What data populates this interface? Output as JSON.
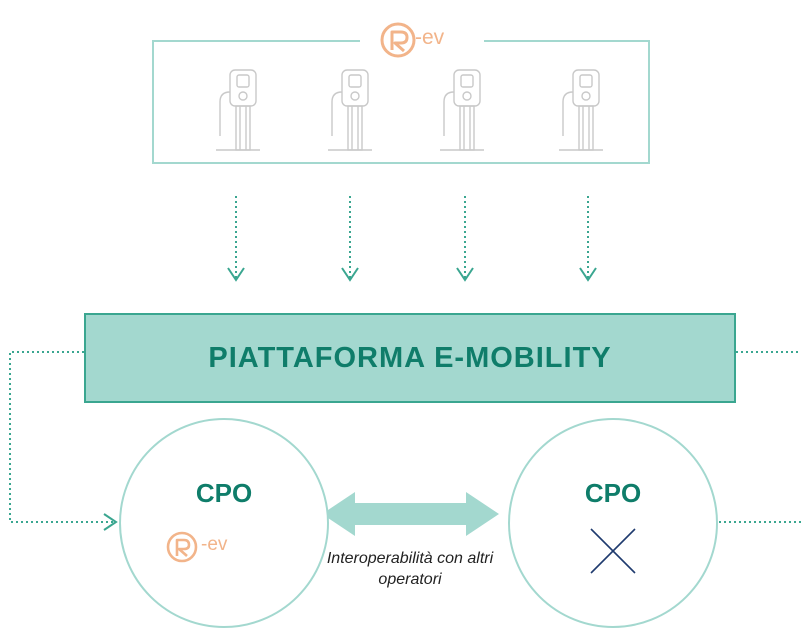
{
  "brand": {
    "logo_text": "-ev",
    "logo_color": "#f2b48a"
  },
  "chargers": {
    "count": 4,
    "icon": "ev-charging-station-icon"
  },
  "platform": {
    "title": "PIATTAFORMA E-MOBILITY",
    "fill_color": "#a3d8cf",
    "text_color": "#0f7d6a"
  },
  "left_cpo": {
    "label": "CPO",
    "logo_text": "-ev"
  },
  "right_cpo": {
    "label": "CPO",
    "icon": "x-cross-icon"
  },
  "interop_label": "Interoperabilità con altri operatori",
  "colors": {
    "accent_light": "#a3d8cf",
    "accent_dark": "#0f7d6a",
    "arrow": "#3aa690",
    "cross": "#1f3a6e"
  }
}
